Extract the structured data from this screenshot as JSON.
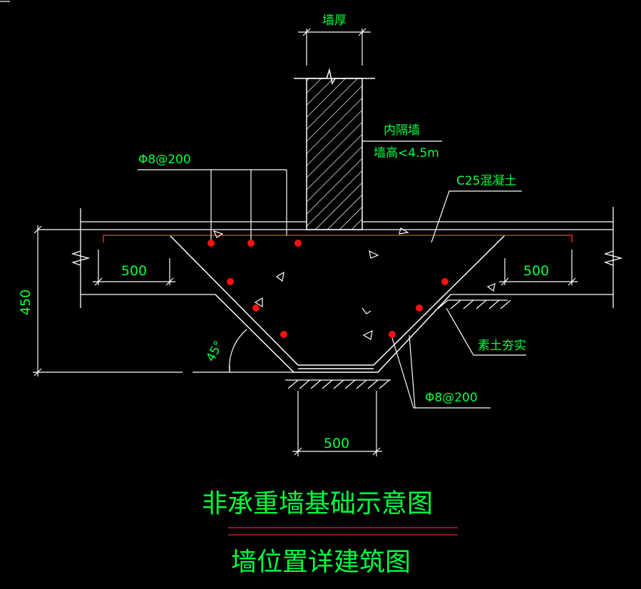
{
  "colors": {
    "background": "#000000",
    "line": "#ffffff",
    "text": "#00ff40",
    "rebar": "#ff1010",
    "concrete_outline": "#c81e1e"
  },
  "labels": {
    "wall_thickness": "墙厚",
    "interior_wall": "内隔墙",
    "wall_height": "墙高<4.5m",
    "concrete": "C25混凝土",
    "rebar_top": "Φ8@200",
    "rebar_bottom": "Φ8@200",
    "compacted_soil": "素土夯实",
    "angle": "45°"
  },
  "dimensions": {
    "left_width": "500",
    "right_width": "500",
    "bottom_width": "500",
    "total_depth": "450"
  },
  "title": {
    "main": "非承重墙基础示意图",
    "sub": "墙位置详建筑图"
  }
}
